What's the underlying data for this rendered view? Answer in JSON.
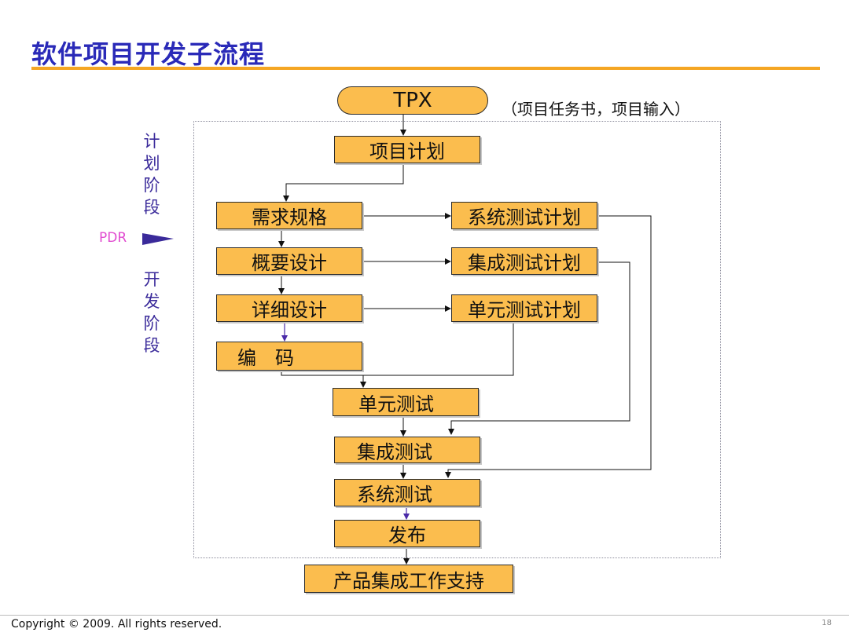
{
  "title": "软件项目开发子流程",
  "start": {
    "label": "TPX",
    "note": "（项目任务书，项目输入）"
  },
  "phases": {
    "plan": [
      "计",
      "划",
      "阶",
      "段"
    ],
    "milestone": "PDR",
    "dev": [
      "开",
      "发",
      "阶",
      "段"
    ]
  },
  "steps": {
    "project_plan": "项目计划",
    "requirements": "需求规格",
    "outline_design": "概要设计",
    "detail_design": "详细设计",
    "coding": "编　码",
    "unit_test": "单元测试",
    "integration_test": "集成测试",
    "system_test": "系统测试",
    "release": "发布",
    "support": "产品集成工作支持"
  },
  "test_plans": {
    "system": "系统测试计划",
    "integration": "集成测试计划",
    "unit": "单元测试计划"
  },
  "footer": {
    "copyright": "Copyright © 2009. All rights reserved.",
    "page": "18"
  },
  "colors": {
    "box_fill": "#fbbd4e",
    "title": "#2a2ab8",
    "accent_rule": "#f5a623",
    "phase_text": "#3a2a9a",
    "milestone": "#e14bd0"
  }
}
